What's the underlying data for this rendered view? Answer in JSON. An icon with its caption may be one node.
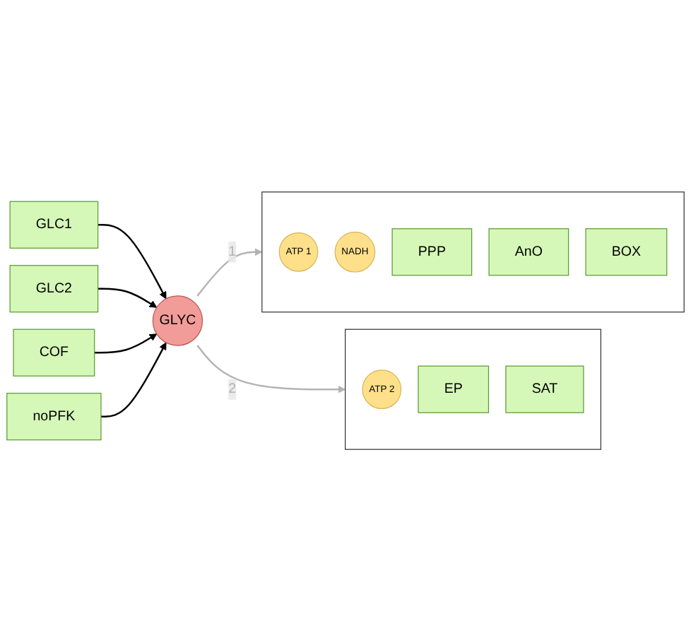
{
  "diagram": {
    "nodes": [
      {
        "text": [
          "GLC1"
        ]
      },
      {
        "text": [
          "GLC2"
        ]
      },
      {
        "text": [
          "COF"
        ]
      },
      {
        "text": [
          "noPFK"
        ]
      },
      {
        "text": [
          "GLYC"
        ]
      },
      {
        "text": [],
        "shape": "bracket"
      },
      {
        "text": [
          "ATP 1"
        ],
        "in": 5
      },
      {
        "text": [
          "NADH"
        ],
        "in": 5
      },
      {
        "text": [
          "PPP"
        ],
        "in": 5
      },
      {
        "text": [
          "AnO"
        ],
        "in": 5
      },
      {
        "text": [
          "BOX"
        ],
        "in": 5
      },
      {
        "text": [],
        "shape": "bracket"
      },
      {
        "text": [
          "ATP 2"
        ],
        "in": 11
      },
      {
        "text": [
          "EP"
        ],
        "in": 11
      },
      {
        "text": [
          "SAT"
        ],
        "in": 11
      }
    ],
    "edges": [
      {
        "from": 0,
        "to": 4,
        "arrow": "to"
      },
      {
        "from": 1,
        "to": 4,
        "arrow": "to"
      },
      {
        "from": 2,
        "to": 4,
        "arrow": "to"
      },
      {
        "from": 3,
        "to": 4,
        "arrow": "to"
      },
      {
        "from": 4,
        "to": 5,
        "arrow": "to",
        "label": "1",
        "color": "#b3b3b3"
      },
      {
        "from": 4,
        "to": 11,
        "arrow": "to",
        "label": "2",
        "color": "#b3b3b3"
      }
    ]
  }
}
